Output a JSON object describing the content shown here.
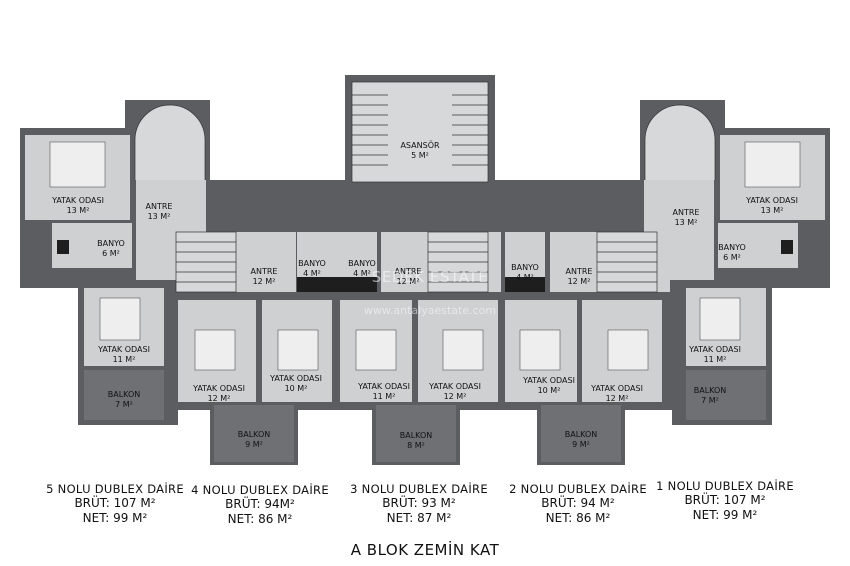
{
  "watermark": {
    "brand": "SEDEK ESTATE",
    "url": "www.antalyaestate.com"
  },
  "rooms": {
    "elevator": {
      "name": "ASANSÖR",
      "area": "5 M²"
    },
    "l_bedroom_top": {
      "name": "YATAK ODASI",
      "area": "13 M²"
    },
    "l_antre": {
      "name": "ANTRE",
      "area": "13 M²"
    },
    "l_banyo": {
      "name": "BANYO",
      "area": "6 M²"
    },
    "l_bedroom_side": {
      "name": "YATAK ODASI",
      "area": "11 M²"
    },
    "l_balkon": {
      "name": "BALKON",
      "area": "7 M²"
    },
    "r_bedroom_top": {
      "name": "YATAK ODASI",
      "area": "13 M²"
    },
    "r_antre": {
      "name": "ANTRE",
      "area": "13 M²"
    },
    "r_banyo": {
      "name": "BANYO",
      "area": "6 M²"
    },
    "r_bedroom_side": {
      "name": "YATAK ODASI",
      "area": "11 M²"
    },
    "r_balkon": {
      "name": "BALKON",
      "area": "7 M²"
    },
    "c_antre_l": {
      "name": "ANTRE",
      "area": "12 M²"
    },
    "c_banyo_1": {
      "name": "BANYO",
      "area": "4 M²"
    },
    "c_banyo_2": {
      "name": "BANYO",
      "area": "4 M²"
    },
    "c_antre_m": {
      "name": "ANTRE",
      "area": "12 M²"
    },
    "c_banyo_3": {
      "name": "BANYO",
      "area": "4 M²"
    },
    "c_antre_r": {
      "name": "ANTRE",
      "area": "12 M²"
    },
    "u4_bed1": {
      "name": "YATAK ODASI",
      "area": "12 M²"
    },
    "u4_bed2": {
      "name": "YATAK ODASI",
      "area": "10 M²"
    },
    "u3_bed1": {
      "name": "YATAK ODASI",
      "area": "11 M²"
    },
    "u3_bed2": {
      "name": "YATAK ODASI",
      "area": "12 M²"
    },
    "u2_bed1": {
      "name": "YATAK ODASI",
      "area": "10 M²"
    },
    "u2_bed2": {
      "name": "YATAK ODASI",
      "area": "12 M²"
    },
    "balkon_4": {
      "name": "BALKON",
      "area": "9 M²"
    },
    "balkon_3": {
      "name": "BALKON",
      "area": "8 M²"
    },
    "balkon_2": {
      "name": "BALKON",
      "area": "9 M²"
    }
  },
  "units": [
    {
      "title": "5 NOLU DUBLEX DAİRE",
      "gross": "BRÜT: 107 M²",
      "net": "NET: 99 M²"
    },
    {
      "title": "4 NOLU DUBLEX DAİRE",
      "gross": "BRÜT: 94M²",
      "net": "NET: 86 M²"
    },
    {
      "title": "3 NOLU DUBLEX DAİRE",
      "gross": "BRÜT: 93 M²",
      "net": "NET: 87 M²"
    },
    {
      "title": "2 NOLU DUBLEX DAİRE",
      "gross": "BRÜT: 94 M²",
      "net": "NET: 86 M²"
    },
    {
      "title": "1 NOLU DUBLEX DAİRE",
      "gross": "BRÜT: 107 M²",
      "net": "NET: 99 M²"
    }
  ],
  "floor_title": "A BLOK ZEMİN KAT",
  "colors": {
    "wall": "#5b5d61",
    "floor": "#c9cacc",
    "balcony": "#6e7074",
    "background": "#ffffff"
  }
}
